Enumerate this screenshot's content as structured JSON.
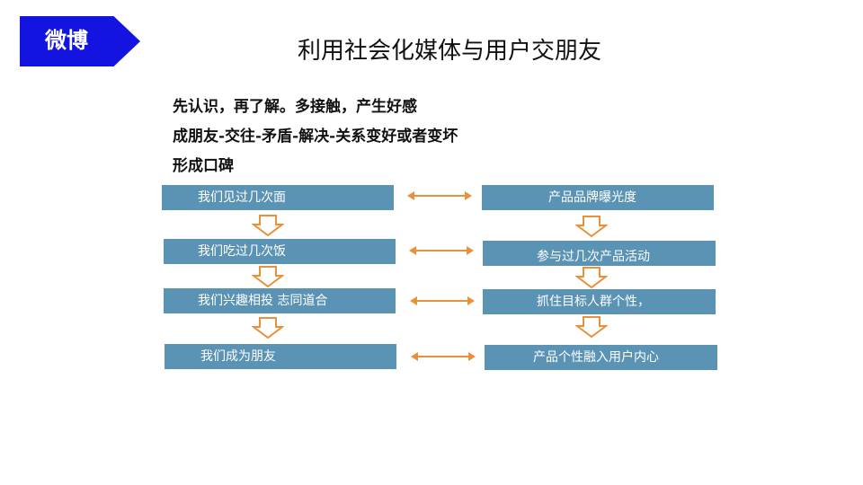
{
  "tag": {
    "label": "微博"
  },
  "title": "利用社会化媒体与用户交朋友",
  "intro": [
    "先认识，再了解。多接触，产生好感",
    "成朋友-交往-矛盾-解决-关系变好或者变坏",
    "形成口碑"
  ],
  "left_steps": [
    "我们见过几次面",
    "我们吃过几次饭",
    "我们兴趣相投 志同道合",
    "我们成为朋友"
  ],
  "right_steps": [
    "产品品牌曝光度",
    "参与过几次产品活动",
    "抓住目标人群个性，",
    "产品个性融入用户内心"
  ],
  "colors": {
    "tag": "#1414e0",
    "box": "#5a93b4",
    "arrow": "#e8913a"
  }
}
